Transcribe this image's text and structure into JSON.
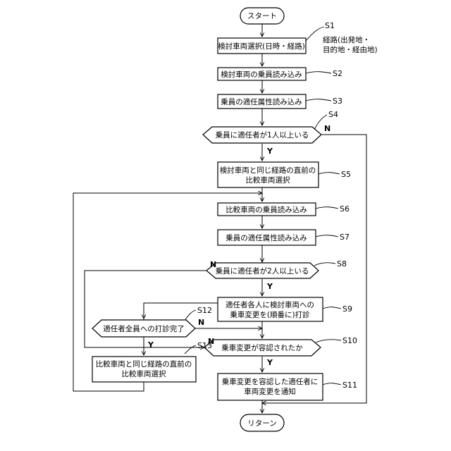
{
  "terminals": {
    "start": "スタート",
    "end": "リターン"
  },
  "steps": {
    "s1": {
      "label": "S1",
      "lines": [
        "検討車両選択(日時・経路)"
      ],
      "note": [
        "経路(出発地・",
        "目的地・経由地)"
      ]
    },
    "s2": {
      "label": "S2",
      "lines": [
        "検討車両の乗員読み込み"
      ]
    },
    "s3": {
      "label": "S3",
      "lines": [
        "乗員の適任属性読み込み"
      ]
    },
    "s4": {
      "label": "S4",
      "lines": [
        "乗員に適任者が1人以上いる"
      ]
    },
    "s5": {
      "label": "S5",
      "lines": [
        "検討車両と同じ経路の直前の",
        "比較車両選択"
      ]
    },
    "s6": {
      "label": "S6",
      "lines": [
        "比較車両の乗員読み込み"
      ]
    },
    "s7": {
      "label": "S7",
      "lines": [
        "乗員の適任属性読み込み"
      ]
    },
    "s8": {
      "label": "S8",
      "lines": [
        "乗員に適任者が2人以上いる"
      ]
    },
    "s9": {
      "label": "S9",
      "lines": [
        "適任者各人に検討車両への",
        "乗車変更を(順番に)打診"
      ]
    },
    "s10": {
      "label": "S10",
      "lines": [
        "乗車変更が容認されたか"
      ]
    },
    "s11": {
      "label": "S11",
      "lines": [
        "乗車変更を容認した適任者に",
        "車両変更を通知"
      ]
    },
    "s12": {
      "label": "S12",
      "lines": [
        "適任者全員への打診完了"
      ]
    },
    "s13": {
      "label": "S13",
      "lines": [
        "比較車両と同じ経路の直前の",
        "比較車両選択"
      ]
    }
  },
  "branch_labels": {
    "yes": "Y",
    "no": "N"
  }
}
